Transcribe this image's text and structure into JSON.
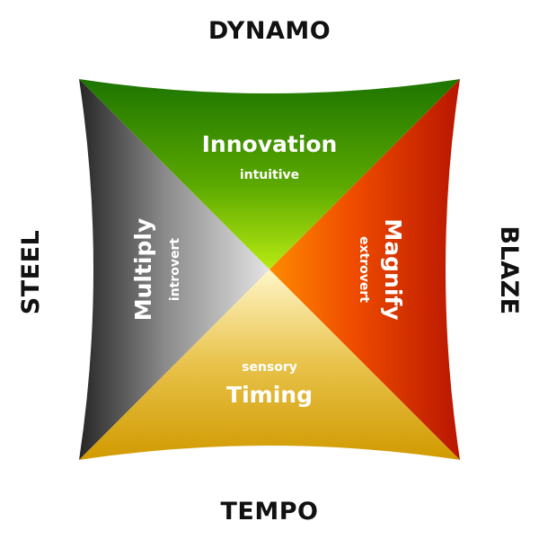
{
  "edges": {
    "top": "DYNAMO",
    "left": "STEEL",
    "right": "BLAZE",
    "bottom": "TEMPO"
  },
  "quadrants": {
    "top": {
      "title": "Innovation",
      "subtitle": "intuitive",
      "color_from": "#1f7a00",
      "color_to": "#b5e60a"
    },
    "left": {
      "title": "Multiply",
      "subtitle": "introvert",
      "color_from": "#2e2e2e",
      "color_to": "#d9d9d9"
    },
    "right": {
      "title": "Magnify",
      "subtitle": "extrovert",
      "color_from": "#c41f00",
      "color_to": "#ff7a00"
    },
    "bottom": {
      "title": "Timing",
      "subtitle": "sensory",
      "color_from": "#d9a400",
      "color_to": "#fff2b3"
    }
  }
}
